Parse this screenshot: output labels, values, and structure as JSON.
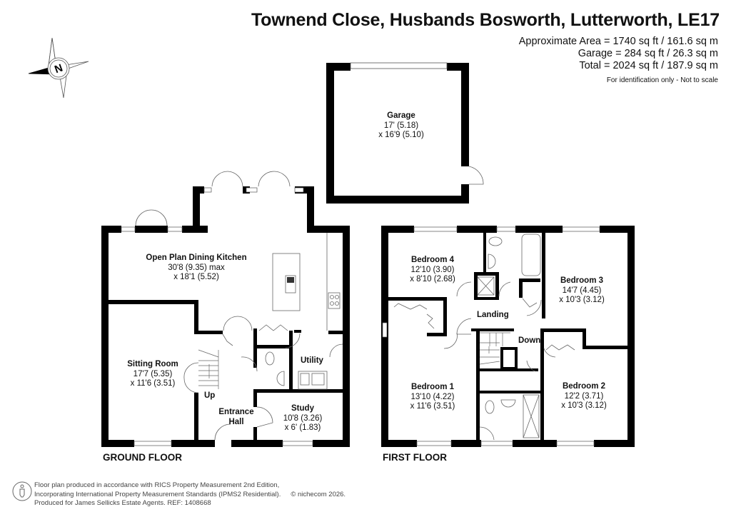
{
  "header": {
    "title": "Townend Close, Husbands Bosworth, Lutterworth, LE17",
    "areas": [
      "Approximate Area = 1740 sq ft / 161.6 sq m",
      "Garage = 284 sq ft / 26.3 sq m",
      "Total = 2024 sq ft / 187.9 sq m"
    ],
    "note": "For identification only - Not to scale"
  },
  "compass": {
    "label": "N"
  },
  "garage": {
    "name": "Garage",
    "dim1": "17' (5.18)",
    "dim2": "x 16'9 (5.10)"
  },
  "ground_floor": {
    "label": "GROUND FLOOR",
    "rooms": [
      {
        "name": "Open Plan Dining Kitchen",
        "dim1": "30'8 (9.35) max",
        "dim2": "x 18'1 (5.52)"
      },
      {
        "name": "Sitting Room",
        "dim1": "17'7 (5.35)",
        "dim2": "x 11'6 (3.51)"
      },
      {
        "name": "Study",
        "dim1": "10'8 (3.26)",
        "dim2": "x 6' (1.83)"
      }
    ],
    "entrance_hall": [
      "Entrance",
      "Hall"
    ],
    "utility": "Utility",
    "stairs": "Up"
  },
  "first_floor": {
    "label": "FIRST FLOOR",
    "rooms": [
      {
        "name": "Bedroom 4",
        "dim1": "12'10 (3.90)",
        "dim2": "x 8'10 (2.68)"
      },
      {
        "name": "Bedroom 3",
        "dim1": "14'7 (4.45)",
        "dim2": "x 10'3 (3.12)"
      },
      {
        "name": "Bedroom 1",
        "dim1": "13'10 (4.22)",
        "dim2": "x 11'6 (3.51)"
      },
      {
        "name": "Bedroom 2",
        "dim1": "12'2 (3.71)",
        "dim2": "x 10'3 (3.12)"
      }
    ],
    "landing": "Landing",
    "stairs": "Down"
  },
  "footer": {
    "lines": [
      "Floor plan produced in accordance with RICS Property Measurement 2nd Edition,",
      "Incorporating International Property Measurement Standards (IPMS2 Residential).",
      "Produced for James Sellicks Estate Agents.   REF: 1408668"
    ],
    "copyright": "© nichecom 2026."
  }
}
